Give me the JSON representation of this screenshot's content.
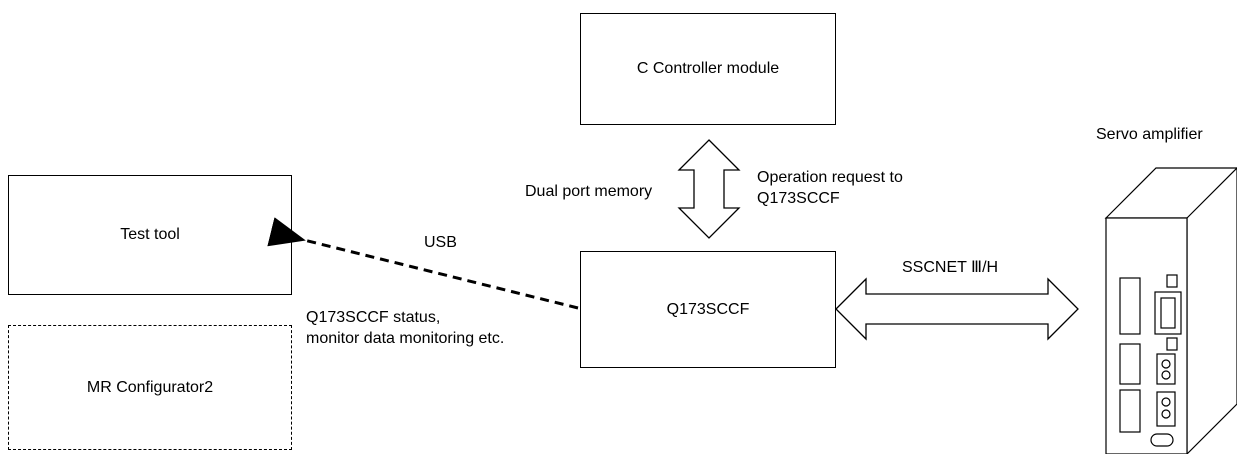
{
  "boxes": {
    "c_controller": "C Controller module",
    "test_tool": "Test tool",
    "q173sccf": "Q173SCCF",
    "mr_configurator": "MR Configurator2"
  },
  "labels": {
    "dual_port_memory": "Dual port memory",
    "operation_request_line1": "Operation request to",
    "operation_request_line2": "Q173SCCF",
    "usb": "USB",
    "status_line1": "Q173SCCF status,",
    "status_line2": "monitor data monitoring etc.",
    "sscnet": "SSCNET Ⅲ/H",
    "servo_amplifier": "Servo amplifier"
  }
}
